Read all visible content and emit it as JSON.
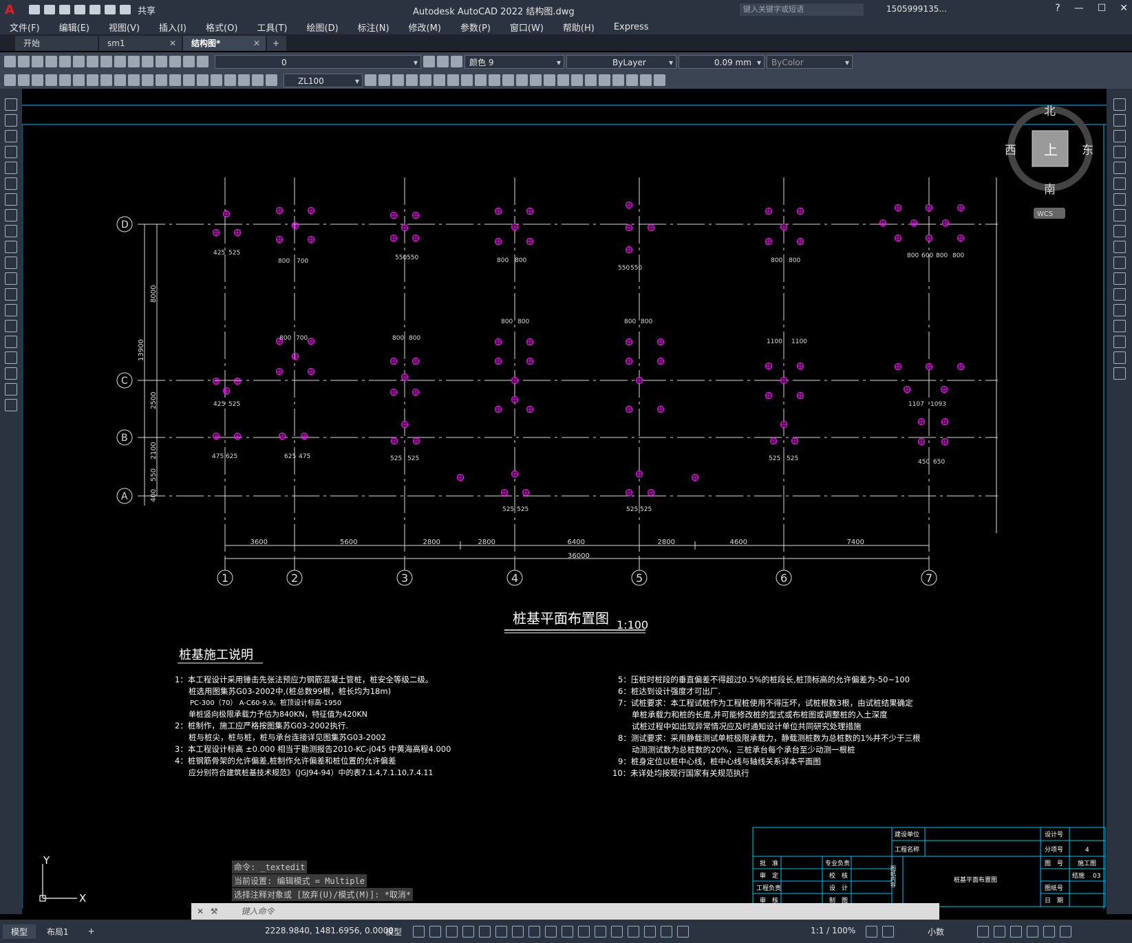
{
  "titlebar": {
    "logo": "A",
    "app_title": "Autodesk AutoCAD 2022    结构图.dwg",
    "share": "共享",
    "search_placeholder": "键入关键字或短语",
    "user": "1505999135...",
    "help": "?"
  },
  "menu": [
    "文件(F)",
    "编辑(E)",
    "视图(V)",
    "插入(I)",
    "格式(O)",
    "工具(T)",
    "绘图(D)",
    "标注(N)",
    "修改(M)",
    "参数(P)",
    "窗口(W)",
    "帮助(H)",
    "Express"
  ],
  "tabs": [
    {
      "label": "开始"
    },
    {
      "label": "sm1"
    },
    {
      "label": "结构图*"
    }
  ],
  "toolbar": {
    "layer": "0",
    "color": "颜色 9",
    "linetype": "ByLayer",
    "lineweight": "0.09 mm",
    "plotstyle": "ByColor",
    "dimstyle": "ZL100"
  },
  "viewcube": {
    "north": "北",
    "south": "南",
    "east": "东",
    "west": "西",
    "top": "上",
    "wcs": "WCS"
  },
  "drawing": {
    "axes_x": [
      "1",
      "2",
      "3",
      "4",
      "5",
      "6",
      "7"
    ],
    "axes_y": [
      "D",
      "C",
      "B",
      "A"
    ],
    "dims_bottom": [
      "3600",
      "5600",
      "2800",
      "2800",
      "6400",
      "2800",
      "4600",
      "7400"
    ],
    "dim_total": "36000",
    "dims_left": [
      "8000",
      "13900",
      "2500",
      "2100",
      "550",
      "400"
    ],
    "title": "桩基平面布置图",
    "title_scale": "1:100",
    "notes_heading": "桩基施工说明",
    "notes_left": [
      "1：本工程设计采用锤击先张法预应力钢筋混凝土管桩，桩安全等级二级。",
      "桩选用图集苏G03-2002中,(桩总数99根，桩长均为18m)",
      "PC-300（70） A-C60-9,9。桩顶设计标高-1950",
      "单桩竖向极限承载力予估为840KN，特征值为420KN",
      "2：桩制作，施工应严格按图集苏G03-2002执行.",
      "桩与桩尖，桩与桩，桩与承台连接详见图集苏G03-2002",
      "3：本工程设计标高  ±0.000  相当于勘测报告2010-KC-j045 中黄海高程4.000",
      "4：桩钢筋骨架的允许偏差,桩制作允许偏差和桩位置的允许偏差",
      "应分别符合建筑桩基技术规范》（JGJ94-94）中的表7.1.4,7.1.10,7.4.11"
    ],
    "notes_right": [
      "5：压桩时桩段的垂直偏差不得超过0.5%的桩段长,桩顶标高的允许偏差为-50~100",
      "6：桩达到设计强度才可出厂.",
      "7：试桩要求：本工程试桩作为工程桩使用不得压坏，试桩根数3根，由试桩结果确定",
      "单桩承载力和桩的长度,并可能修改桩的型式或布桩图或调整桩的入土深度",
      "试桩过程中如出现异常情况应及时通知设计单位共同研究处理措施",
      "8：测试要求：采用静载测试单桩极限承载力，静载测桩数为总桩数的1%并不少于三根",
      "动测测试数为总桩数的20%，三桩承台每个承台至少动测一根桩",
      "9：桩身定位以桩中心线，桩中心线与轴线关系详本平面图",
      "10：未详处均按现行国家有关规范执行"
    ],
    "titleblock": {
      "build_unit": "建设单位",
      "project_name": "工程名称",
      "design_no": "设计号",
      "sub_no": "分项号",
      "sub_val": "4",
      "drawing_no": "图　号",
      "drawing_no_val": "施工图",
      "drawing_type": "结施",
      "drawing_type_val": "03",
      "page_no": "图纸号",
      "date": "日　期",
      "drawing_name": "桩基平面布置图",
      "content": "图纸内容",
      "approve": "批　准",
      "review": "审　定",
      "chief": "工程负责",
      "check": "审　核",
      "spec_chief": "专业负责",
      "proof": "校　核",
      "design": "设　计",
      "draw": "制　图"
    }
  },
  "command": {
    "history": [
      "命令: _textedit",
      "当前设置: 编辑模式 = Multiple",
      "选择注释对象或 [放弃(U)/模式(M)]: *取消*"
    ],
    "placeholder": "键入命令"
  },
  "status": {
    "layout_tabs": [
      "模型",
      "布局1",
      "+"
    ],
    "coords": "2228.9840, 1481.6956, 0.0000",
    "model": "模型",
    "scale": "1:1 / 100%",
    "units": "小数"
  },
  "ucs": {
    "x": "X",
    "y": "Y"
  }
}
